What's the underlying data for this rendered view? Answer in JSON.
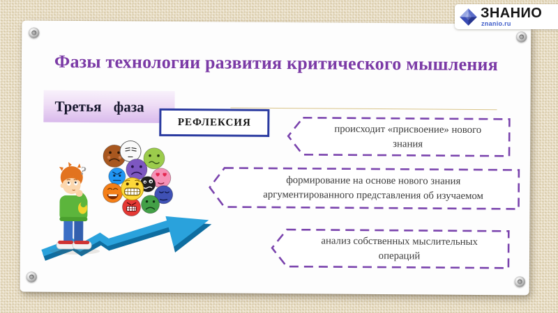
{
  "page": {
    "title": "Фазы технологии развития критического мышления"
  },
  "logo": {
    "name": "ЗНАНИО",
    "site": "znanio.ru",
    "icon": "diamond-icon"
  },
  "phase": {
    "label": "Третья фаза",
    "stage": "РЕФЛЕКСИЯ"
  },
  "callouts": [
    "происходит «присвоение» нового знания",
    "формирование на основе нового знания аргументированного представления об изучаемом",
    "анализ собственных мыслительных операций"
  ],
  "illustration": {
    "question_mark": "?",
    "icons": [
      "thinking-boy-icon",
      "emotion-balls-icon",
      "rising-arrow-icon"
    ]
  },
  "colors": {
    "accent_purple": "#7b3aa6",
    "callout_border": "#7a43ad",
    "stage_border": "#2a3aa0",
    "arrow_blue": "#2aa2dc",
    "background_beige": "#eadfc6",
    "divider_tan": "#d9c489",
    "phase_bg": "#d9baec"
  }
}
